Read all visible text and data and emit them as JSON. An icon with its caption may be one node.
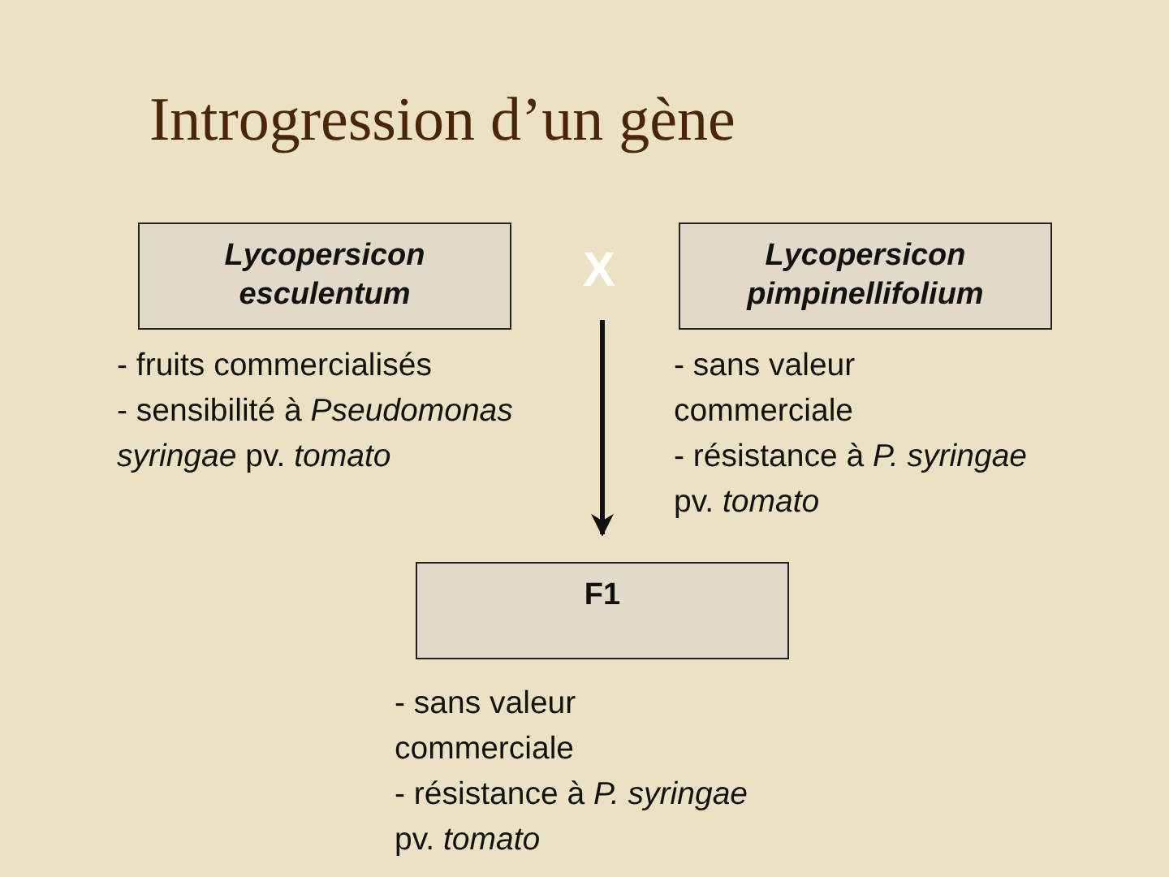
{
  "diagram": {
    "title": "Introgression d’un gène",
    "nodes": [
      {
        "text": [
          "Lycopersicon esculentum"
        ],
        "beside": [
          "- fruits commercialisés",
          "- sensibilité à *Pseudomonas syringae* pv. *tomato*"
        ]
      },
      {
        "text": [
          "Lycopersicon pimpinellifolium"
        ],
        "beside": [
          "- sans valeur commerciale",
          "- résistance à *P. syringae* pv. *tomato*"
        ]
      },
      {
        "text": [
          "F1"
        ],
        "beside": [
          "- sans valeur commerciale",
          "- résistance à *P. syringae* pv. *tomato*"
        ]
      }
    ],
    "edges": [
      {
        "from": null,
        "to": 2,
        "arrow": "to"
      }
    ],
    "labels": [
      "X"
    ]
  }
}
